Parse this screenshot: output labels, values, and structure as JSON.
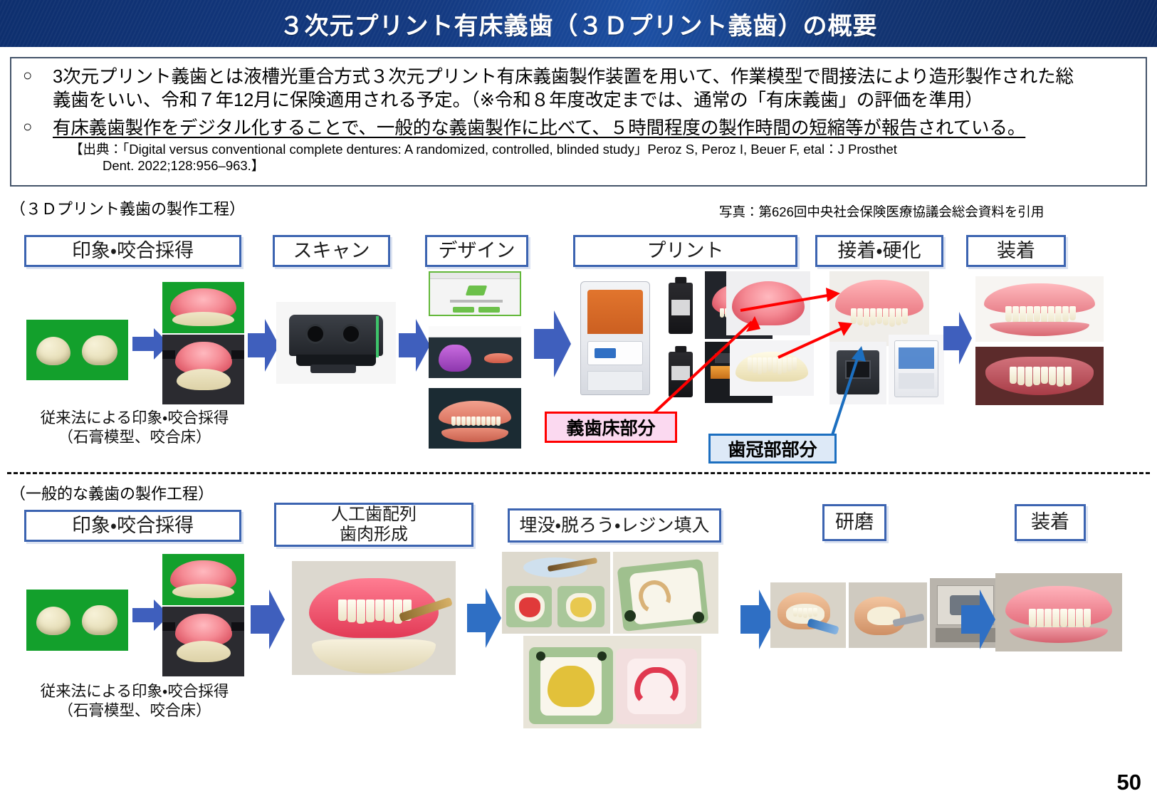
{
  "title": "３次元プリント有床義歯（３Ｄプリント義歯）の概要",
  "summary": {
    "bullet_mark": "○",
    "bullet1_line1": "3次元プリント義歯とは液槽光重合方式３次元プリント有床義歯製作装置を用いて、作業模型で間接法により造形製作された総",
    "bullet1_line2": "義歯をいい、令和７年12月に保険適用される予定。（※令和８年度改定までは、通常の「有床義歯」の評価を準用）",
    "bullet2": "有床義歯製作をデジタル化することで、一般的な義歯製作に比べて、５時間程度の製作時間の短縮等が報告されている。",
    "citation_line1": "【出典：「Digital versus conventional complete dentures: A randomized, controlled, blinded study」Peroz S, Peroz I, Beuer F, etal：J Prosthet",
    "citation_line2": "Dent. 2022;128:956–963.】"
  },
  "sections": {
    "digital_label": "（３Ｄプリント義歯の製作工程）",
    "conventional_label": "（一般的な義歯の製作工程）",
    "photo_credit": "写真：第626回中央社会保険医療協議会総会資料を引用"
  },
  "digital_steps": [
    {
      "label": "印象・咬合採得"
    },
    {
      "label": "スキャン"
    },
    {
      "label": "デザイン"
    },
    {
      "label": "プリント"
    },
    {
      "label": "接着・硬化"
    },
    {
      "label": "装着"
    }
  ],
  "conventional_steps": [
    {
      "label": "印象・咬合採得"
    },
    {
      "label_line1": "人工歯配列",
      "label_line2": "歯肉形成"
    },
    {
      "label": "埋没・脱ろう・レジン填入"
    },
    {
      "label": "研磨"
    },
    {
      "label": "装着"
    }
  ],
  "callouts": {
    "denture_base": "義歯床部分",
    "crown_part": "歯冠部部分"
  },
  "captions": {
    "digital_line1": "従来法による印象・咬合採得",
    "digital_line2": "（石膏模型、咬合床）",
    "conventional_line1": "従来法による印象・咬合採得",
    "conventional_line2": "（石膏模型、咬合床）"
  },
  "colors": {
    "title_bar": "#143a82",
    "step_border": "#3c64b1",
    "arrow_blue": "#3f5fbd",
    "arrow_blue2": "#2f6fc4",
    "callout_red": "#ff0000",
    "callout_blue": "#1c6fc0",
    "box_border": "#44546a"
  },
  "page_number": "50"
}
